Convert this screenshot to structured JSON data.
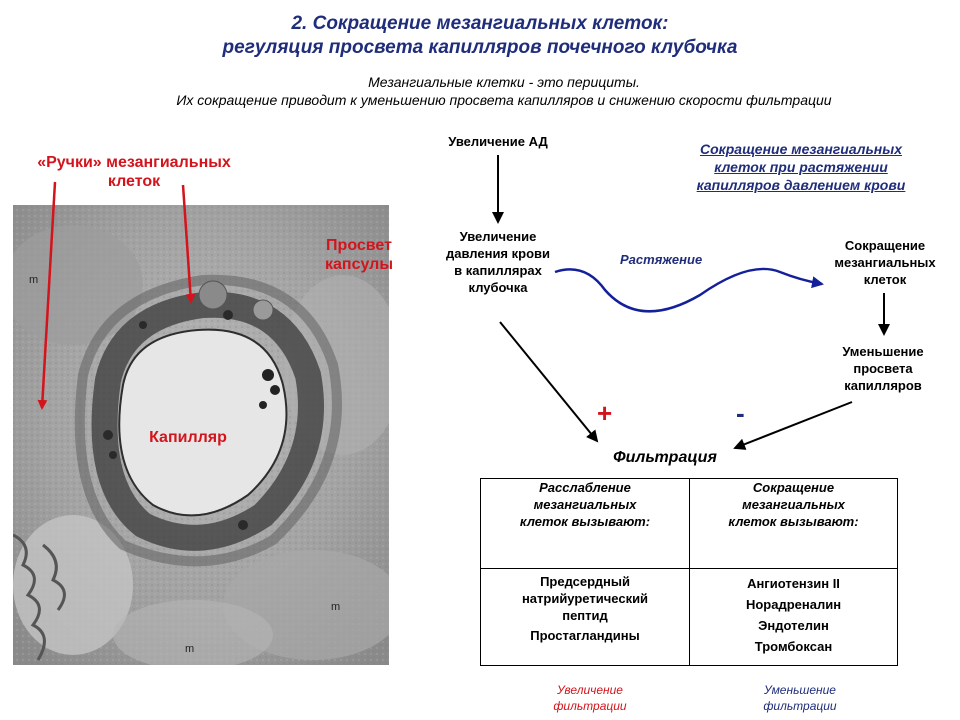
{
  "title": {
    "line1": "2. Сокращение мезангиальных клеток:",
    "line2": "регуляция просвета капилляров почечного клубочка"
  },
  "subtitle": {
    "line1": "Мезангиальные клетки - это перициты.",
    "line2": "Их сокращение приводит к уменьшению просвета капилляров и снижению скорости фильтрации"
  },
  "micrograph": {
    "handles_label_line1": "«Ручки» мезангиальных",
    "handles_label_line2": "клеток",
    "capsule_label_line1": "Просвет",
    "capsule_label_line2": "капсулы",
    "capillary_label": "Капилляр",
    "m_marker": "m"
  },
  "flowchart": {
    "bp_increase": "Увеличение АД",
    "pressure_increase": [
      "Увеличение",
      "давления крови",
      "в капиллярах",
      "клубочка"
    ],
    "stretch_label": "Растяжение",
    "mesangial_title": [
      "Сокращение мезангиальных",
      "клеток при растяжении",
      "капилляров давлением крови"
    ],
    "contraction": [
      "Сокращение",
      "мезангиальных",
      "клеток"
    ],
    "lumen_decrease": [
      "Уменьшение",
      "просвета",
      "капилляров"
    ],
    "plus_sign": "+",
    "minus_sign": "-",
    "filtration": "Фильтрация"
  },
  "table": {
    "relax_header": [
      "Расслабление",
      "мезангиальных",
      "клеток вызывают:"
    ],
    "contract_header": [
      "Сокращение",
      "мезангиальных",
      "клеток вызывают:"
    ],
    "relax_items": [
      "Предсердный натрийуретический пептид",
      "Простагландины"
    ],
    "contract_items": [
      "Ангиотензин II",
      "Норадреналин",
      "Эндотелин",
      "Тромбоксан"
    ]
  },
  "footnotes": {
    "increase": [
      "Увеличение",
      "фильтрации"
    ],
    "decrease": [
      "Уменьшение",
      "фильтрации"
    ]
  },
  "colors": {
    "title_blue": "#1f2d7a",
    "label_red": "#d3141c",
    "stretch_line": "#14209a",
    "micrograph_gray": "#8c8c8c"
  }
}
